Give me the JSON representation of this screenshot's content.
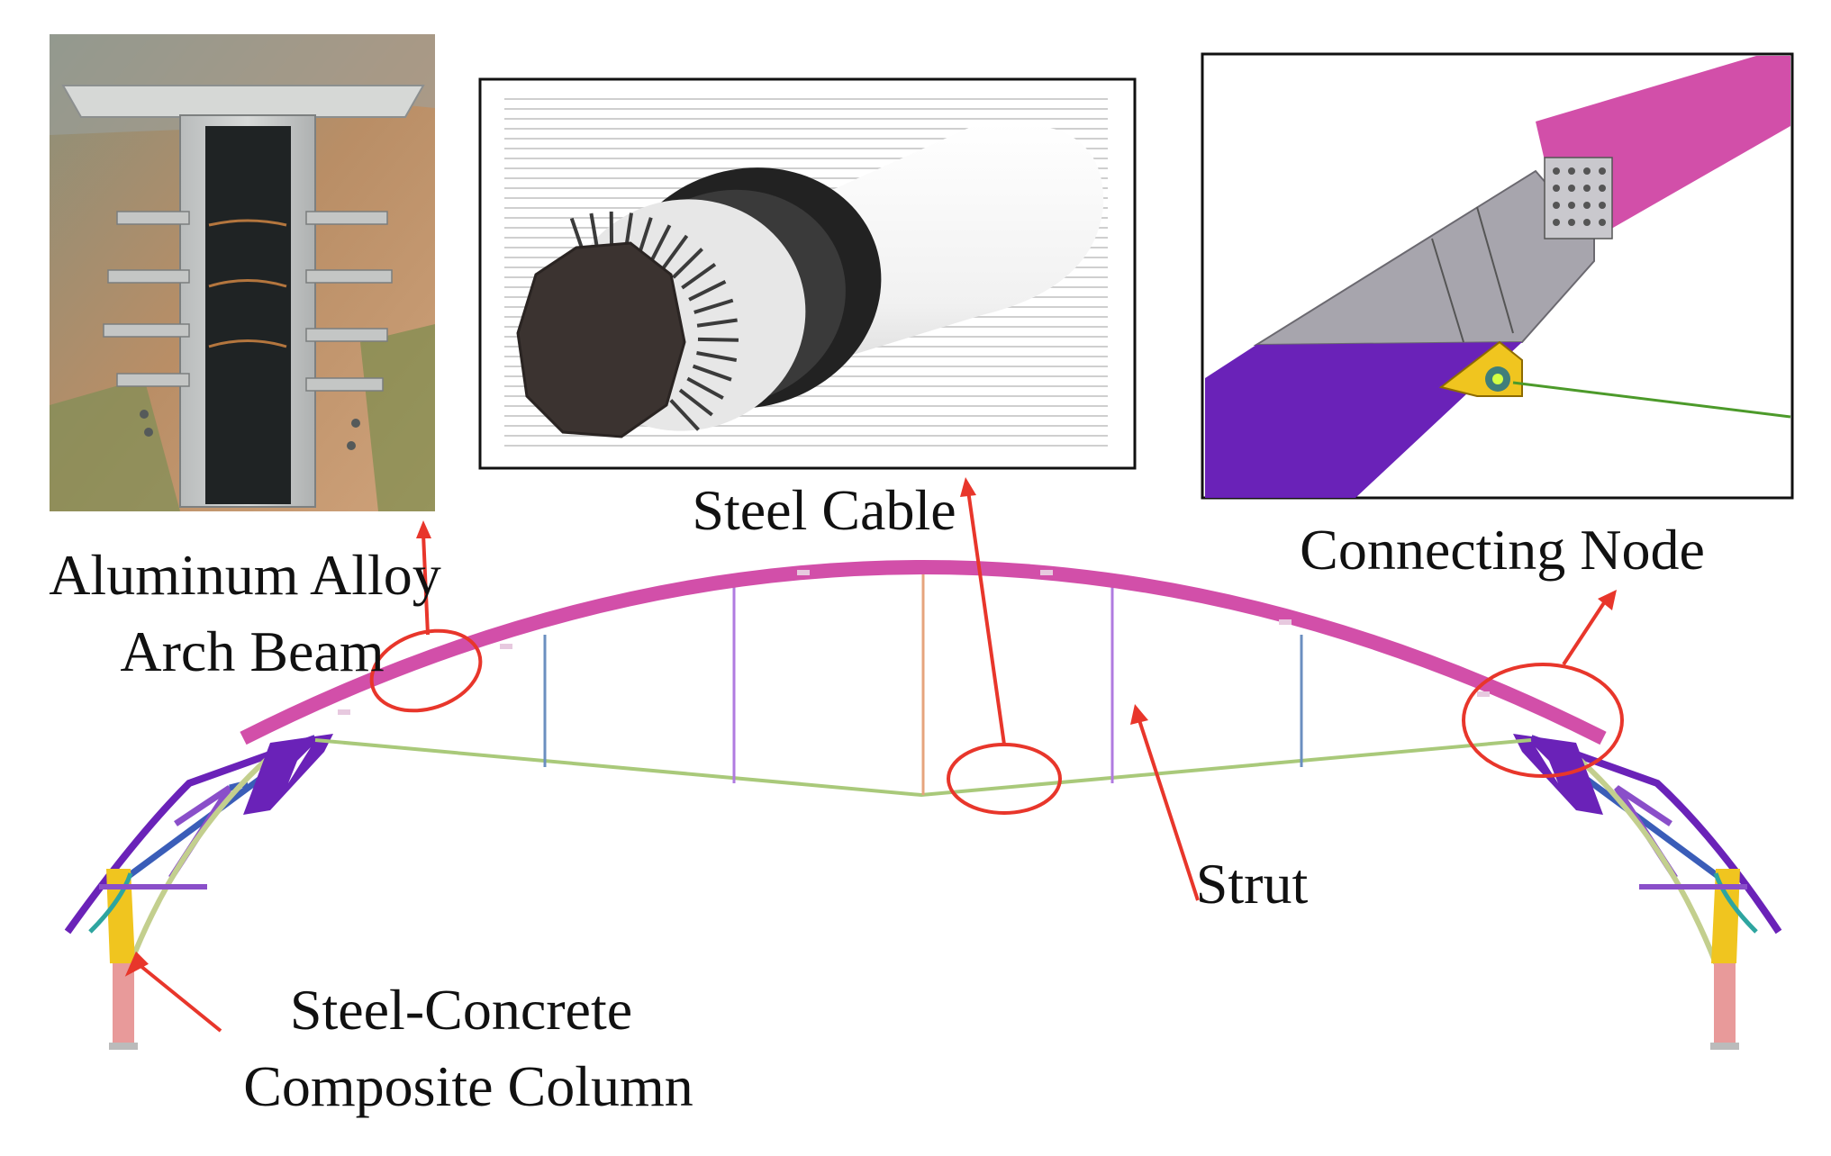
{
  "labels": {
    "aluminum_beam_line1": "Aluminum Alloy",
    "aluminum_beam_line2": "Arch Beam",
    "steel_cable": "Steel Cable",
    "connecting_node": "Connecting Node",
    "strut": "Strut",
    "column_line1": "Steel-Concrete",
    "column_line2": "Composite Column"
  },
  "colors": {
    "arch_beam": "#d24fa9",
    "cable": "#a9c97a",
    "node_purple": "#6a22b8",
    "node_gray": "#a7a5ad",
    "column": "#e89a9a",
    "yellow_node": "#f0c51f",
    "annotation_red": "#e8362b",
    "brace_blue": "#3a5db8"
  }
}
